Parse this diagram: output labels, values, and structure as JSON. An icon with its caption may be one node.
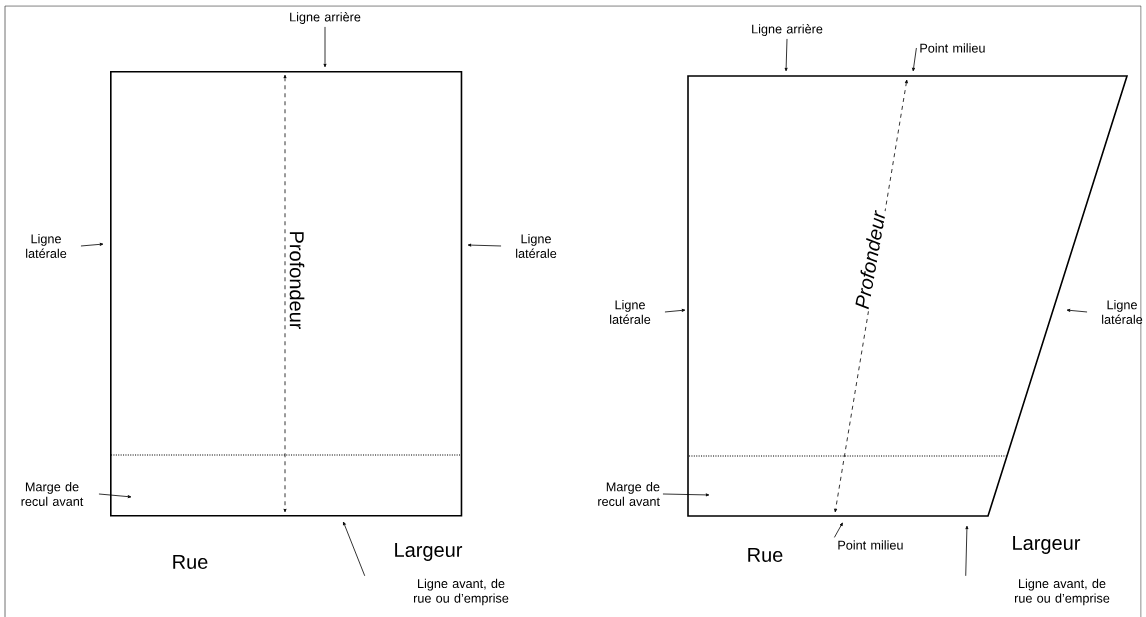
{
  "diagram": {
    "nodes": [
      {
        "text": [],
        "shape": "box"
      },
      {
        "text": [
          "Ligne arrière"
        ]
      },
      {
        "text": [
          "Ligne latérale"
        ]
      },
      {
        "text": [
          "Ligne latérale"
        ]
      },
      {
        "text": [
          "Marge de recul avant"
        ]
      },
      {
        "text": [
          "Ligne avant, de rue ou d’emprise"
        ]
      },
      {
        "text": [],
        "shape": "box"
      },
      {
        "text": [
          "Ligne arrière"
        ]
      },
      {
        "text": [
          "Point milieu"
        ]
      },
      {
        "text": [
          "Ligne latérale"
        ]
      },
      {
        "text": [
          "Ligne latérale"
        ]
      },
      {
        "text": [
          "Marge de recul avant"
        ]
      },
      {
        "text": [
          "Point milieu"
        ]
      },
      {
        "text": [
          "Ligne avant, de rue ou d’emprise"
        ]
      }
    ],
    "edges": [
      {
        "from": 1,
        "to": 0,
        "arrow": "to"
      },
      {
        "from": 2,
        "to": 0,
        "arrow": "to"
      },
      {
        "from": 3,
        "to": 0,
        "arrow": "to"
      },
      {
        "from": 4,
        "to": 0,
        "arrow": "to"
      },
      {
        "from": 5,
        "to": 0,
        "arrow": "to"
      },
      {
        "from": 7,
        "to": 6,
        "arrow": "to"
      },
      {
        "from": 8,
        "to": 6,
        "arrow": "to"
      },
      {
        "from": 9,
        "to": 6,
        "arrow": "to"
      },
      {
        "from": 10,
        "to": 6,
        "arrow": "to"
      },
      {
        "from": 11,
        "to": 6,
        "arrow": "to"
      },
      {
        "from": 12,
        "to": 6,
        "arrow": "to"
      },
      {
        "from": 13,
        "to": 6,
        "arrow": "to"
      }
    ],
    "labels": [
      "Profondeur",
      "Rue",
      "Largeur",
      "Profondeur",
      "Rue",
      "Largeur"
    ]
  }
}
